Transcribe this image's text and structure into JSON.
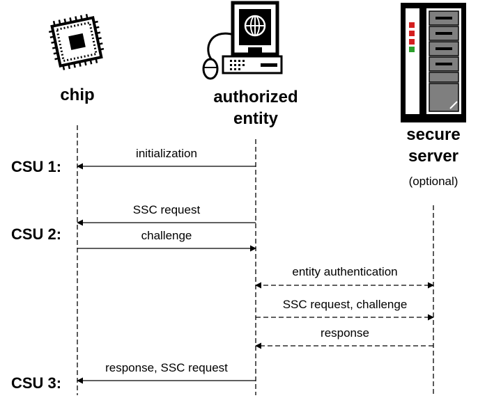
{
  "actors": {
    "chip": {
      "label": "chip",
      "icon": "chip-icon"
    },
    "entity": {
      "label_line1": "authorized",
      "label_line2": "entity",
      "icon": "computer-icon"
    },
    "server": {
      "label_line1": "secure",
      "label_line2": "server",
      "note": "(optional)",
      "icon": "server-icon"
    }
  },
  "steps": [
    "CSU 1:",
    "CSU 2:",
    "CSU 3:"
  ],
  "messages": [
    {
      "label": "initialization",
      "from": "entity",
      "to": "chip",
      "style": "solid"
    },
    {
      "label": "SSC request",
      "from": "entity",
      "to": "chip",
      "style": "solid"
    },
    {
      "label": "challenge",
      "from": "chip",
      "to": "entity",
      "style": "solid"
    },
    {
      "label": "entity authentication",
      "from": "entity",
      "to": "server",
      "style": "dashed",
      "bidirectional": true
    },
    {
      "label": "SSC request, challenge",
      "from": "entity",
      "to": "server",
      "style": "dashed"
    },
    {
      "label": "response",
      "from": "server",
      "to": "entity",
      "style": "dashed"
    },
    {
      "label": "response, SSC request",
      "from": "entity",
      "to": "chip",
      "style": "solid"
    }
  ],
  "colors": {
    "line": "#000000",
    "led_red": "#d42020",
    "led_green": "#2ca02c",
    "panel": "#7f7f7f"
  }
}
